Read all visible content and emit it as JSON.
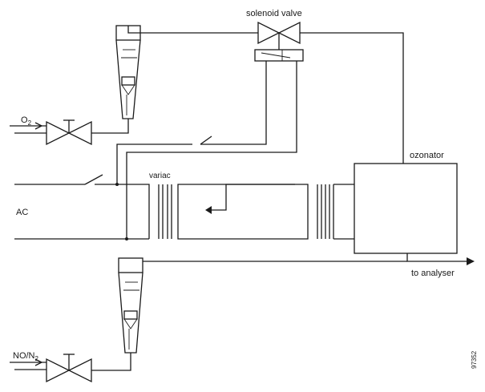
{
  "labels": {
    "solenoid_valve": "solenoid valve",
    "o2": "O",
    "o2_sub": "2",
    "variac": "variac",
    "ac": "AC",
    "ozonator": "ozonator",
    "to_analyser": "to analyser",
    "no_n2": "NO/N",
    "no_n2_sub": "2",
    "figure_number": "97352"
  }
}
